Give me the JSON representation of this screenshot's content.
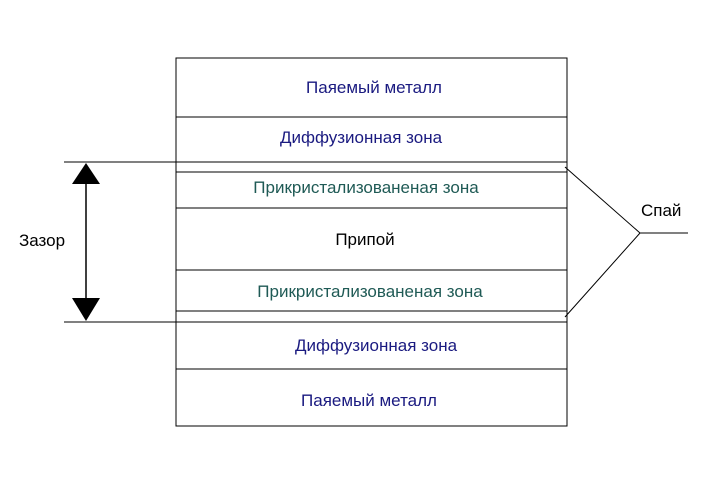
{
  "layers": [
    {
      "label": "Паяемый металл",
      "color": "#1a1a80"
    },
    {
      "label": "Диффузионная зона",
      "color": "#1a1a80"
    },
    {
      "label": "Прикристализованеная зона",
      "color": "#1f5a55"
    },
    {
      "label": "Припой",
      "color": "#000000"
    },
    {
      "label": "Прикристализованеная зона",
      "color": "#1f5a55"
    },
    {
      "label": "Диффузионная зона",
      "color": "#1a1a80"
    },
    {
      "label": "Паяемый металл",
      "color": "#1a1a80"
    }
  ],
  "gap_label": "Зазор",
  "joint_label": "Спай",
  "colors": {
    "line": "#000000",
    "text_default": "#000000"
  }
}
